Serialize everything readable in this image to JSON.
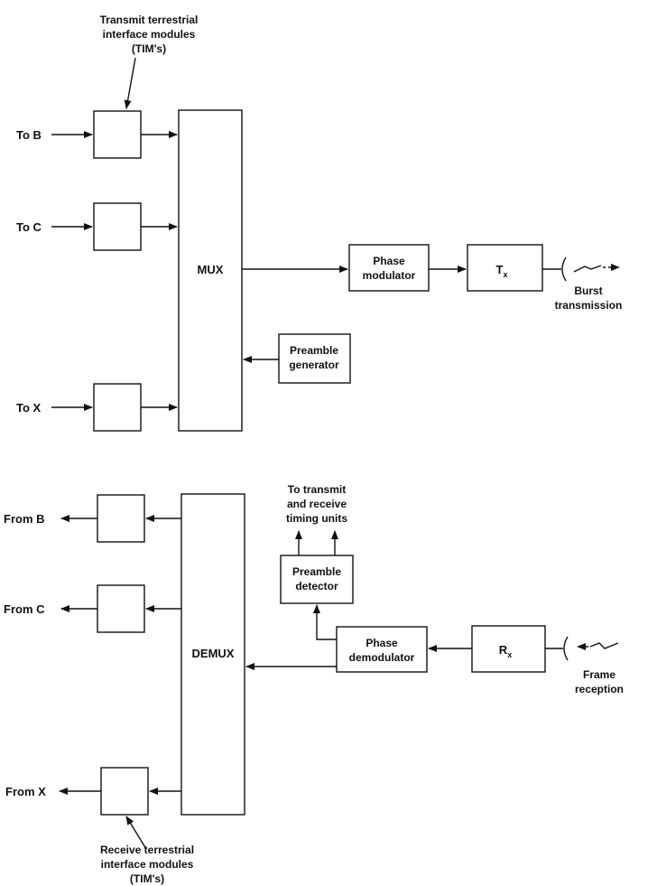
{
  "transmit_tim_caption": [
    "Transmit terrestrial",
    "interface modules",
    "(TIM's)"
  ],
  "receive_tim_caption": [
    "Receive terrestrial",
    "interface modules",
    "(TIM's)"
  ],
  "inputs": [
    "To B",
    "To C",
    "To X"
  ],
  "outputs": [
    "From B",
    "From C",
    "From X"
  ],
  "mux_label": "MUX",
  "demux_label": "DEMUX",
  "phase_modulator": [
    "Phase",
    "modulator"
  ],
  "phase_demodulator": [
    "Phase",
    "demodulator"
  ],
  "preamble_generator": [
    "Preamble",
    "generator"
  ],
  "preamble_detector": [
    "Preamble",
    "detector"
  ],
  "tx_label": "T",
  "tx_subscript": "x",
  "rx_label": "R",
  "rx_subscript": "x",
  "burst_caption": [
    "Burst",
    "transmission"
  ],
  "frame_caption": [
    "Frame",
    "reception"
  ],
  "timing_caption": [
    "To transmit",
    "and receive",
    "timing units"
  ]
}
